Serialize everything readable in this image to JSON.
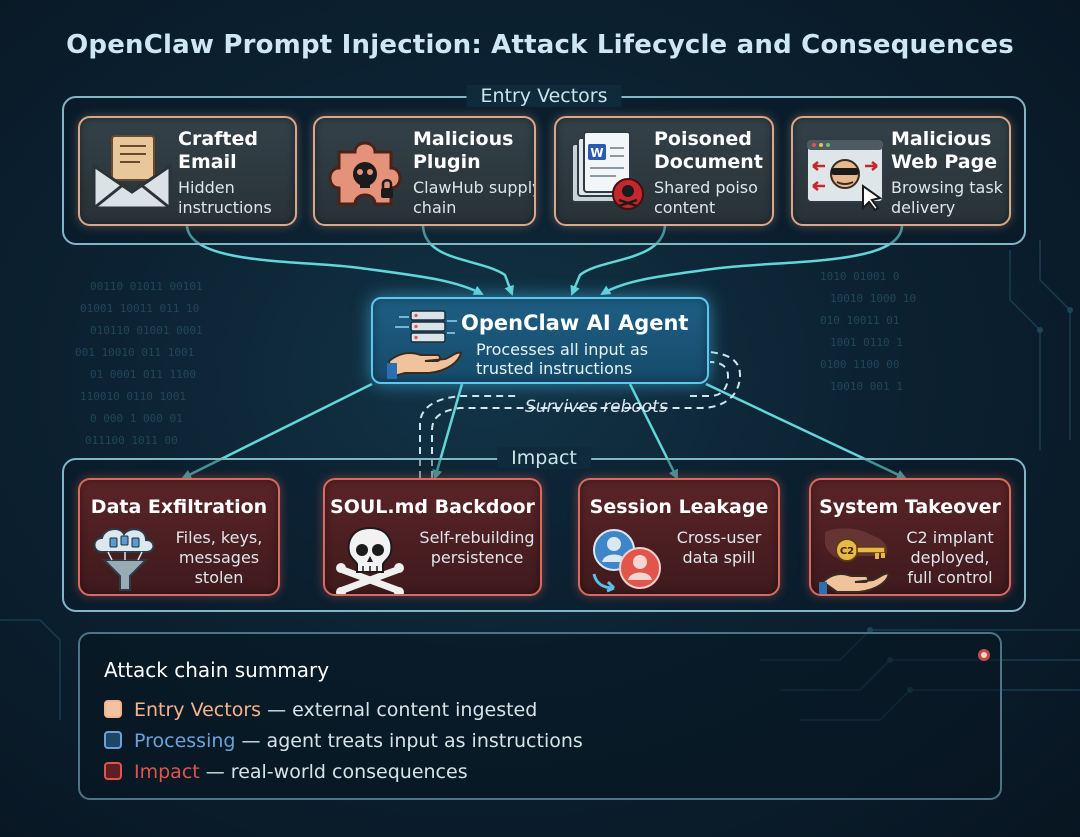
{
  "title": "OpenClaw Prompt Injection: Attack Lifecycle and Consequences",
  "entry_group": {
    "label": "Entry Vectors",
    "cards": [
      {
        "title": "Crafted Email",
        "desc": "Hidden instructions",
        "icon": "envelope-letter-icon"
      },
      {
        "title": "Malicious Plugin",
        "desc": "ClawHub supply chain",
        "icon": "puzzle-skull-icon"
      },
      {
        "title": "Poisoned Document",
        "desc": "Shared poiso content",
        "icon": "document-skull-icon"
      },
      {
        "title": "Malicious Web Page",
        "desc": "Browsing task delivery",
        "icon": "browser-hacker-icon"
      }
    ]
  },
  "agent": {
    "title": "OpenClaw AI Agent",
    "desc": "Processes all input as trusted instructions",
    "icon": "server-hand-icon",
    "loop_label": "Survives reboots"
  },
  "impact_group": {
    "label": "Impact",
    "cards": [
      {
        "title": "Data Exfiltration",
        "desc": "Files, keys, messages stolen",
        "icon": "cloud-funnel-icon"
      },
      {
        "title": "SOUL.md Backdoor",
        "desc": "Self-rebuilding persistence",
        "icon": "skull-crossbones-icon"
      },
      {
        "title": "Session Leakage",
        "desc": "Cross-user data spill",
        "icon": "users-swap-icon"
      },
      {
        "title": "System Takeover",
        "desc": "C2 implant deployed, full control",
        "icon": "key-hand-icon"
      }
    ]
  },
  "summary": {
    "title": "Attack chain summary",
    "rows": [
      {
        "key": "Entry Vectors",
        "text": "— external content ingested",
        "color": "#f2c2a3"
      },
      {
        "key": "Processing",
        "text": "— agent treats input as instructions",
        "color": "#1e4766"
      },
      {
        "key": "Impact",
        "text": "— real-world consequences",
        "color": "#5e1f24"
      }
    ],
    "key_colors": {
      "entry": "#f5b48c",
      "processing": "#6aa2de",
      "impact": "#e0554c"
    }
  },
  "colors": {
    "wire": "#62d6d8",
    "entry_border": "#d9a88a",
    "impact_border": "#d86b60",
    "agent_border": "#5cc8f0"
  }
}
